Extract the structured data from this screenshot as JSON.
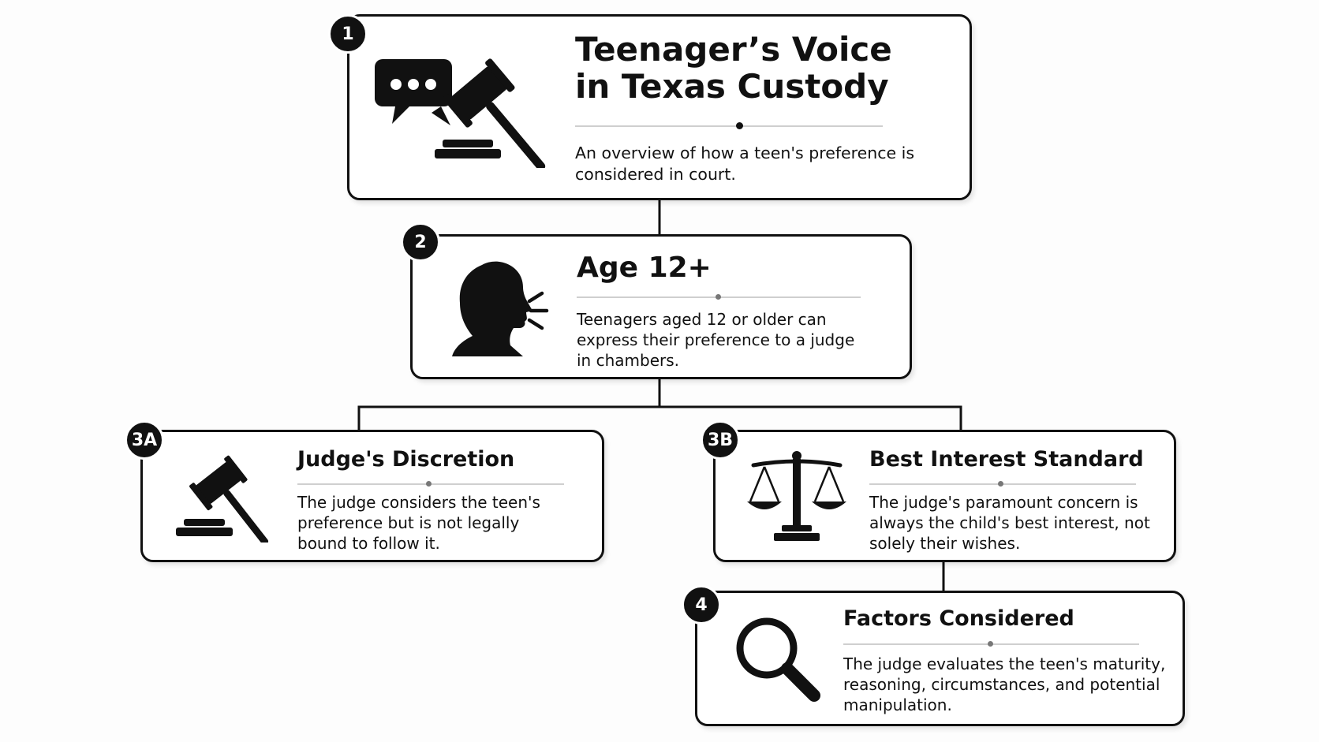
{
  "cards": {
    "voice": {
      "badge": "1",
      "title_line1": "Teenager’s Voice",
      "title_line2": "in Texas Custody",
      "description": "An overview of how a teen's preference is considered in court.",
      "icons": [
        "speech-bubble-icon",
        "gavel-icon"
      ]
    },
    "age": {
      "badge": "2",
      "title": "Age 12+",
      "description": "Teenagers aged 12 or older can express their preference to a judge in chambers.",
      "icons": [
        "speaking-head-icon"
      ]
    },
    "discretion": {
      "badge": "3A",
      "title": "Judge's Discretion",
      "description": "The judge considers the teen's preference but is not legally bound to follow it.",
      "icons": [
        "gavel-icon"
      ]
    },
    "best_interest": {
      "badge": "3B",
      "title": "Best Interest Standard",
      "description": "The judge's paramount concern is always the child's best interest, not solely their wishes.",
      "icons": [
        "scales-icon"
      ]
    },
    "factors": {
      "badge": "4",
      "title": "Factors Considered",
      "description": "The judge evaluates the teen's maturity, reasoning, circumstances, and potential manipulation.",
      "icons": [
        "magnifying-glass-icon"
      ]
    }
  },
  "colors": {
    "ink": "#111111",
    "background": "#fdfdfd",
    "separator": "#cfcfcf"
  }
}
